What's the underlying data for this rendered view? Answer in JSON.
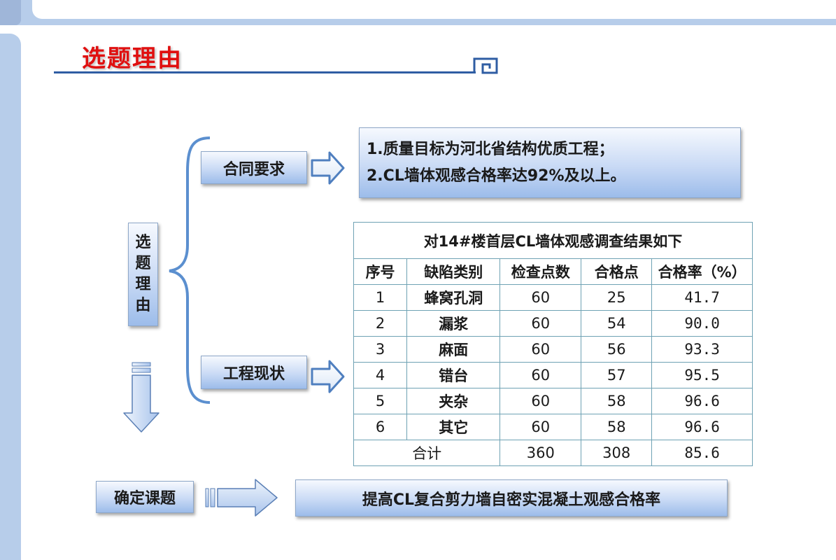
{
  "slide": {
    "title": "选题理由"
  },
  "vertical_label": [
    "选",
    "题",
    "理",
    "由"
  ],
  "branches": {
    "contract": "合同要求",
    "status": "工程现状"
  },
  "requirements": [
    "1.质量目标为河北省结构优质工程；",
    "2.CL墙体观感合格率达92%及以上。"
  ],
  "table": {
    "caption": "对14#楼首层CL墙体观感调查结果如下",
    "headers": [
      "序号",
      "缺陷类别",
      "检查点数",
      "合格点",
      "合格率（%）"
    ],
    "rows": [
      [
        "1",
        "蜂窝孔洞",
        "60",
        "25",
        "41.7"
      ],
      [
        "2",
        "漏浆",
        "60",
        "54",
        "90.0"
      ],
      [
        "3",
        "麻面",
        "60",
        "56",
        "93.3"
      ],
      [
        "4",
        "错台",
        "60",
        "57",
        "95.5"
      ],
      [
        "5",
        "夹杂",
        "60",
        "58",
        "96.6"
      ],
      [
        "6",
        "其它",
        "60",
        "58",
        "96.6"
      ]
    ],
    "total": [
      "合计",
      "360",
      "308",
      "85.6"
    ]
  },
  "conclusion": {
    "label": "确定课题",
    "topic": "提高CL复合剪力墙自密实混凝土观感合格率"
  },
  "colors": {
    "title": "#e01010",
    "accent": "#2f5da3",
    "frame": "#b7cdea"
  }
}
